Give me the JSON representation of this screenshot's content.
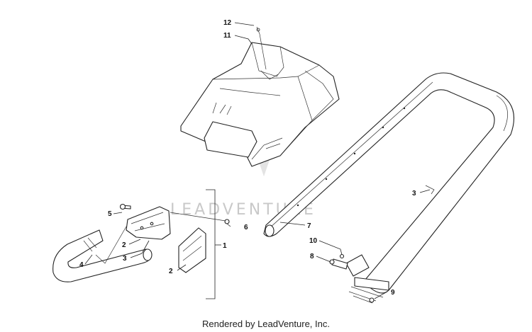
{
  "watermark": "LEADVENTURE",
  "footer": "Rendered by LeadVenture, Inc.",
  "callouts": {
    "c12": "12",
    "c11": "11",
    "c5": "5",
    "c6": "6",
    "c2a": "2",
    "c3a": "3",
    "c4": "4",
    "c1": "1",
    "c2b": "2",
    "c3b": "3",
    "c7": "7",
    "c10": "10",
    "c8": "8",
    "c9": "9"
  }
}
